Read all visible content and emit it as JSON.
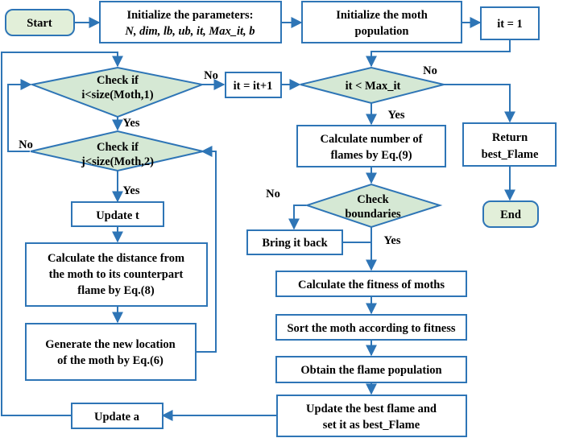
{
  "colors": {
    "stroke": "#2e75b6",
    "rect_fill": "#ffffff",
    "decision_fill": "#d5e8d4",
    "terminal_fill": "#e2efd9"
  },
  "nodes": {
    "start": {
      "label": "Start"
    },
    "init_params": {
      "line1": "Initialize the parameters:",
      "line2": "N, dim, lb, ub, it, Max_it, b"
    },
    "init_moth": {
      "line1": "Initialize the moth",
      "line2": "population"
    },
    "it_assign": {
      "label": "it = 1"
    },
    "check_i": {
      "line1": "Check if",
      "line2": "i<size(Moth,1)"
    },
    "it_inc": {
      "label": "it = it+1"
    },
    "it_cond": {
      "label": "it < Max_it"
    },
    "check_j": {
      "line1": "Check if",
      "line2": "j<size(Moth,2)"
    },
    "calc_flames": {
      "line1": "Calculate number of",
      "line2": "flames by Eq.(9)"
    },
    "return_best": {
      "line1": "Return",
      "line2": "best_Flame"
    },
    "update_t": {
      "label": "Update t"
    },
    "check_bound": {
      "line1": "Check",
      "line2": "boundaries"
    },
    "end": {
      "label": "End"
    },
    "bring_back": {
      "label": "Bring it back"
    },
    "calc_dist": {
      "line1": "Calculate the distance from",
      "line2": "the moth to its  counterpart",
      "line3": "flame by Eq.(8)"
    },
    "calc_fitness": {
      "label": "Calculate the fitness of moths"
    },
    "sort_moth": {
      "label": "Sort the moth according to fitness"
    },
    "gen_loc": {
      "line1": "Generate the new location",
      "line2": "of the moth by Eq.(6)"
    },
    "obtain_flame": {
      "label": "Obtain the flame population"
    },
    "update_best": {
      "line1": "Update the best flame and",
      "line2": "set it as best_Flame"
    },
    "update_a": {
      "label": "Update a"
    }
  },
  "edge_labels": {
    "no_i": "No",
    "no_it": "No",
    "yes_it": "Yes",
    "yes_i": "Yes",
    "no_j": "No",
    "yes_j": "Yes",
    "no_bound": "No",
    "yes_bound": "Yes"
  }
}
